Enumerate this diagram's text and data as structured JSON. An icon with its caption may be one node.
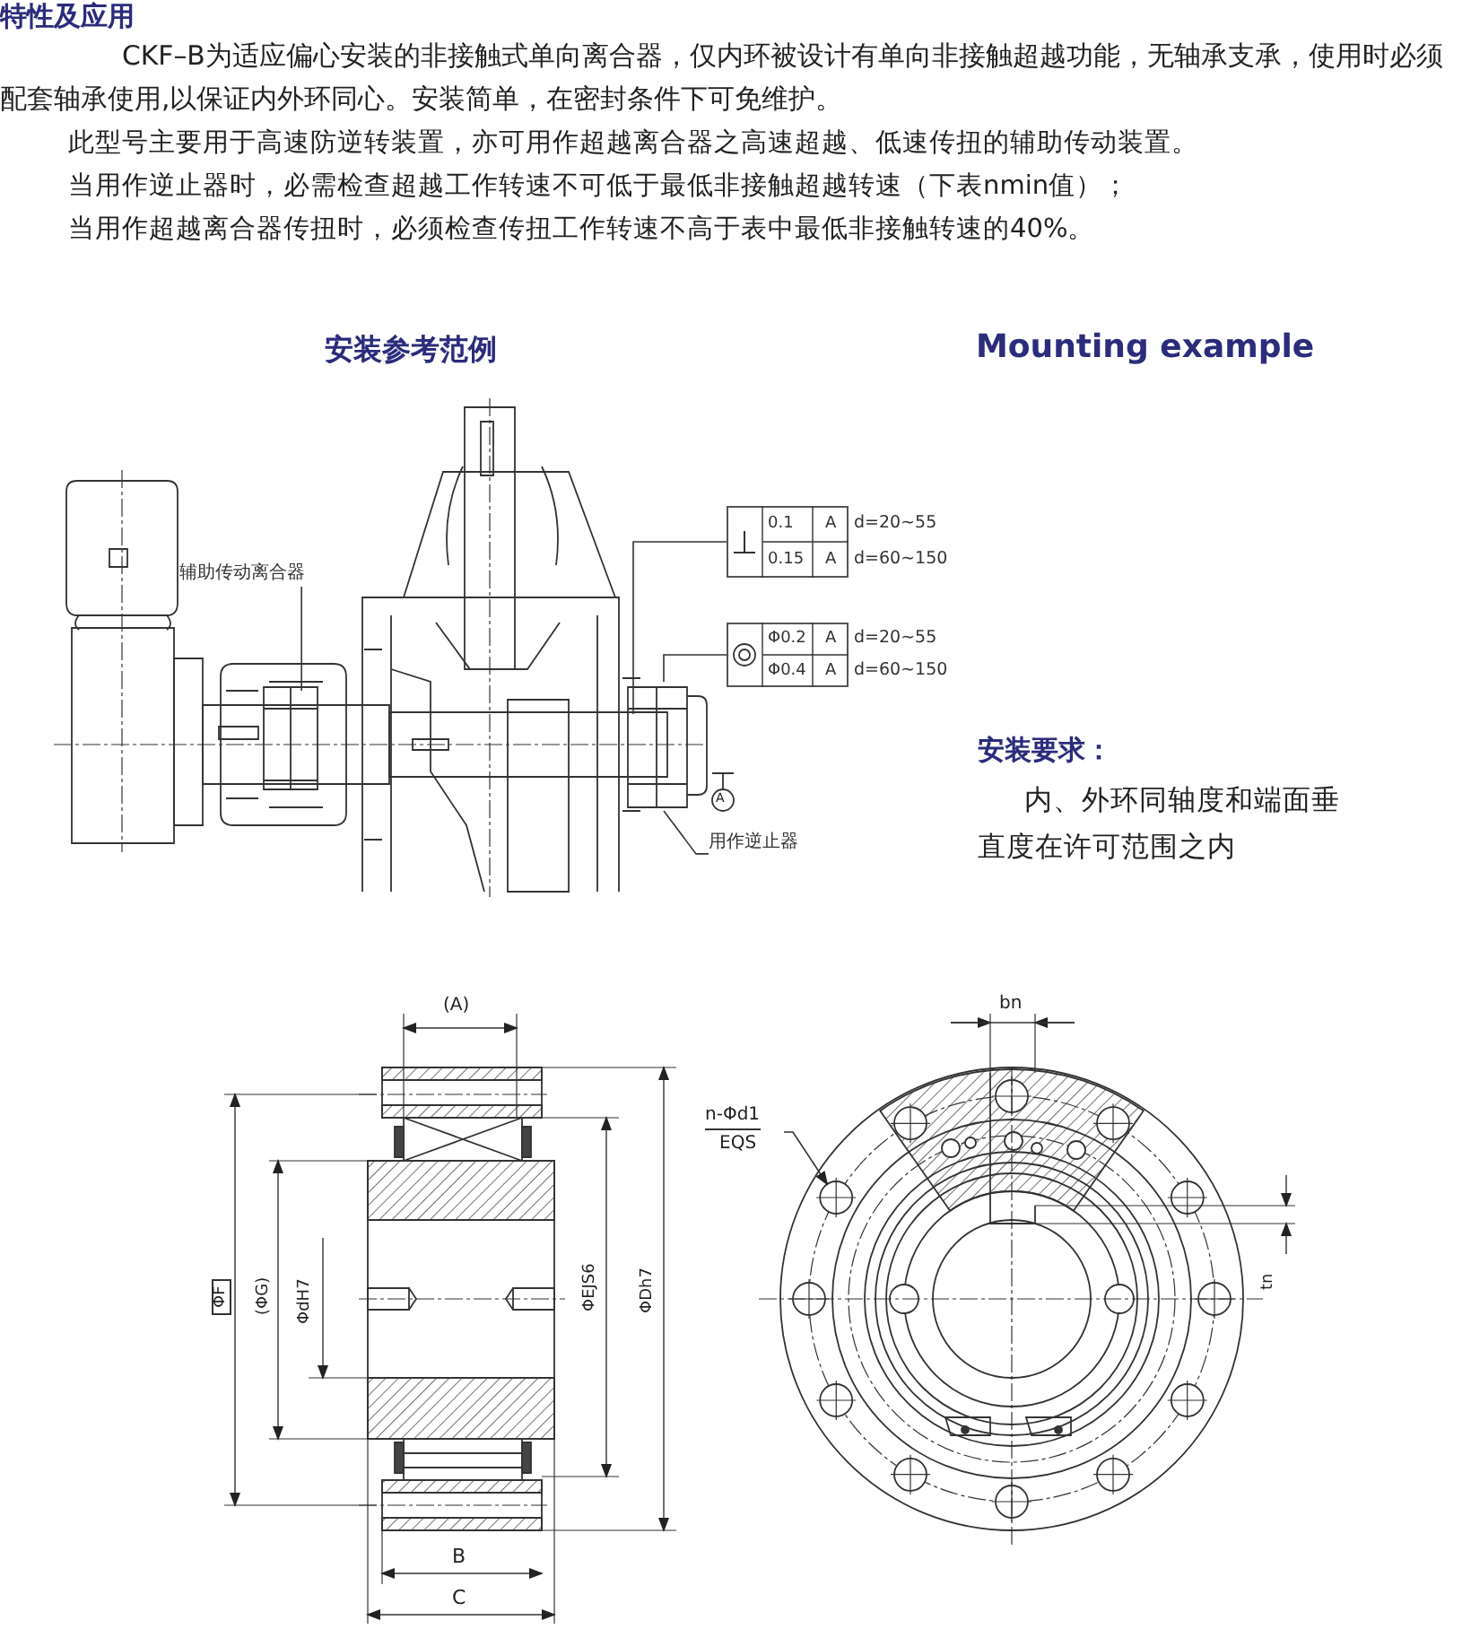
{
  "diagram": {
    "title": "特性及应用",
    "nodes": [
      {
        "text": [
          "辅助传动离合器"
        ]
      },
      {
        "text": [
          "用作逆止器"
        ]
      },
      {
        "text": [
          "0.1",
          "A",
          "0.15",
          "A"
        ],
        "beside": [
          "d=20~55",
          "d=60~150"
        ]
      },
      {
        "text": [
          "Φ0.2",
          "A",
          "Φ0.4",
          "A"
        ],
        "beside": [
          "d=20~55",
          "d=60~150"
        ]
      },
      {
        "text": [
          "n-Φd1",
          "EQS"
        ]
      },
      {
        "text": [],
        "shape": "circle"
      }
    ],
    "edges": [
      {
        "from": 0,
        "to": null,
        "arrow": "none"
      },
      {
        "from": 1,
        "to": null,
        "arrow": "none"
      },
      {
        "from": 2,
        "to": null,
        "arrow": "none"
      },
      {
        "from": 3,
        "to": null,
        "arrow": "none"
      },
      {
        "from": 4,
        "to": 5,
        "arrow": "to"
      }
    ],
    "labels": [
      "CKF–B为适应偏心安装的非接触式单向离合器，仅内环被设计有单向非接触超越功能，无轴承支承，使用时必须配套轴承使用,以保证内外环同心。安装简单，在密封条件下可免维护。",
      "此型号主要用于高速防逆转装置，亦可用作超越离合器之高速超越、低速传扭的辅助传动装置。",
      "当用作逆止器时，必需检查超越工作转速不可低于最低非接触超越转速（下表nmin值）；",
      "当用作超越离合器传扭时，必须检查传扭工作转速不高于表中最低非接触转速的40%。",
      "安装参考范例",
      "Mounting example",
      "A",
      "安装要求：",
      "内、外环同轴度和端面垂直度在许可范围之内",
      "(A)",
      "ΦF",
      "(ΦG)",
      "ΦdH7",
      "ΦEJS6",
      "ΦDh7",
      "B",
      "C",
      "bn",
      "tn"
    ]
  }
}
